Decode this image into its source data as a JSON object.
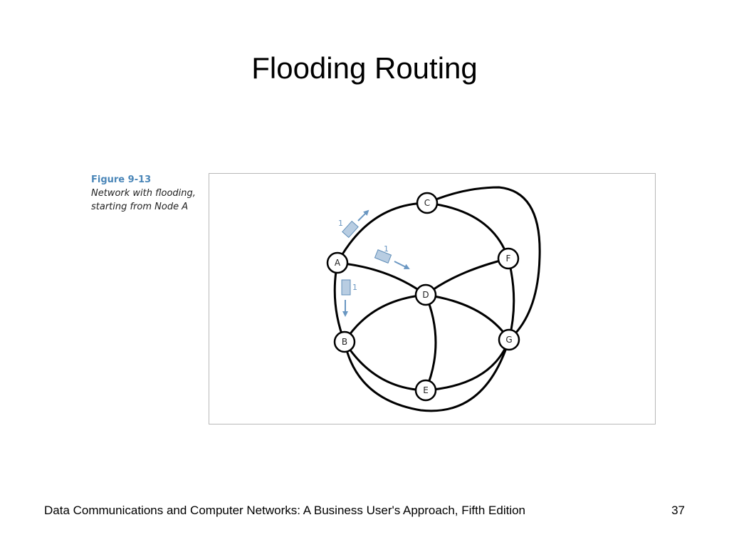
{
  "slide": {
    "title": "Flooding Routing",
    "footer": "Data Communications and Computer Networks: A Business User's Approach, Fifth Edition",
    "page_number": "37"
  },
  "figure": {
    "number": "Figure 9-13",
    "caption_line1": "Network with flooding,",
    "caption_line2": "starting from Node A",
    "nodes": {
      "A": "A",
      "B": "B",
      "C": "C",
      "D": "D",
      "E": "E",
      "F": "F",
      "G": "G"
    },
    "packets": {
      "to_c": "1",
      "to_d": "1",
      "to_b": "1"
    },
    "colors": {
      "accent": "#4a86b8",
      "packet_fill": "#b8cde2",
      "packet_stroke": "#5f8db8",
      "link": "#000000"
    }
  }
}
